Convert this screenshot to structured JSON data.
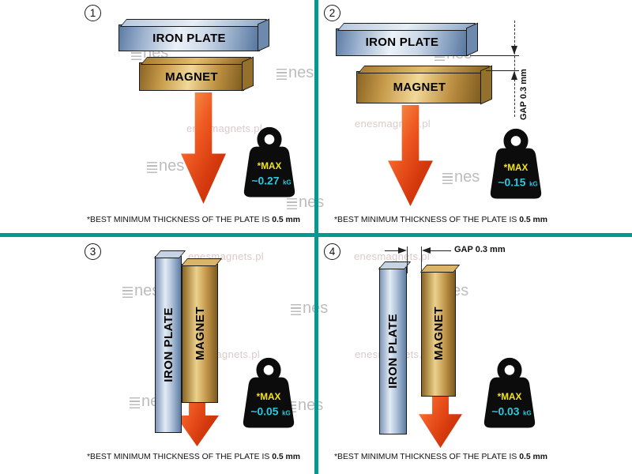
{
  "colors": {
    "divider_teal": "#009a8e",
    "arrow_red": "#e8491d",
    "max_yellow": "#f2e50e",
    "value_cyan": "#2ec7e0",
    "plate_steel": "#9db3cf",
    "magnet_gold": "#c79a4a",
    "weight_black": "#0c0c0c",
    "watermark_pink": "#dccac8",
    "logo_gray": "#bdbdbd"
  },
  "watermark": {
    "site": "enesmagnets.pl",
    "logo": "nes"
  },
  "panels": [
    {
      "number": "1",
      "plate_label": "IRON PLATE",
      "magnet_label": "MAGNET",
      "max_label": "*MAX",
      "value": "~0.27",
      "unit": "kG",
      "caption": "*BEST MINIMUM THICKNESS OF THE PLATE IS",
      "caption_bold": "0.5 mm"
    },
    {
      "number": "2",
      "plate_label": "IRON PLATE",
      "magnet_label": "MAGNET",
      "gap_label": "GAP",
      "gap_value": "0.3 mm",
      "max_label": "*MAX",
      "value": "~0.15",
      "unit": "kG",
      "caption": "*BEST MINIMUM THICKNESS OF THE PLATE IS",
      "caption_bold": "0.5 mm"
    },
    {
      "number": "3",
      "plate_label": "IRON PLATE",
      "magnet_label": "MAGNET",
      "max_label": "*MAX",
      "value": "~0.05",
      "unit": "kG",
      "caption": "*BEST MINIMUM THICKNESS OF THE PLATE IS",
      "caption_bold": "0.5 mm"
    },
    {
      "number": "4",
      "plate_label": "IRON PLATE",
      "magnet_label": "MAGNET",
      "gap_label": "GAP",
      "gap_value": "0.3 mm",
      "max_label": "*MAX",
      "value": "~0.03",
      "unit": "kG",
      "caption": "*BEST MINIMUM THICKNESS OF THE PLATE IS",
      "caption_bold": "0.5 mm"
    }
  ]
}
